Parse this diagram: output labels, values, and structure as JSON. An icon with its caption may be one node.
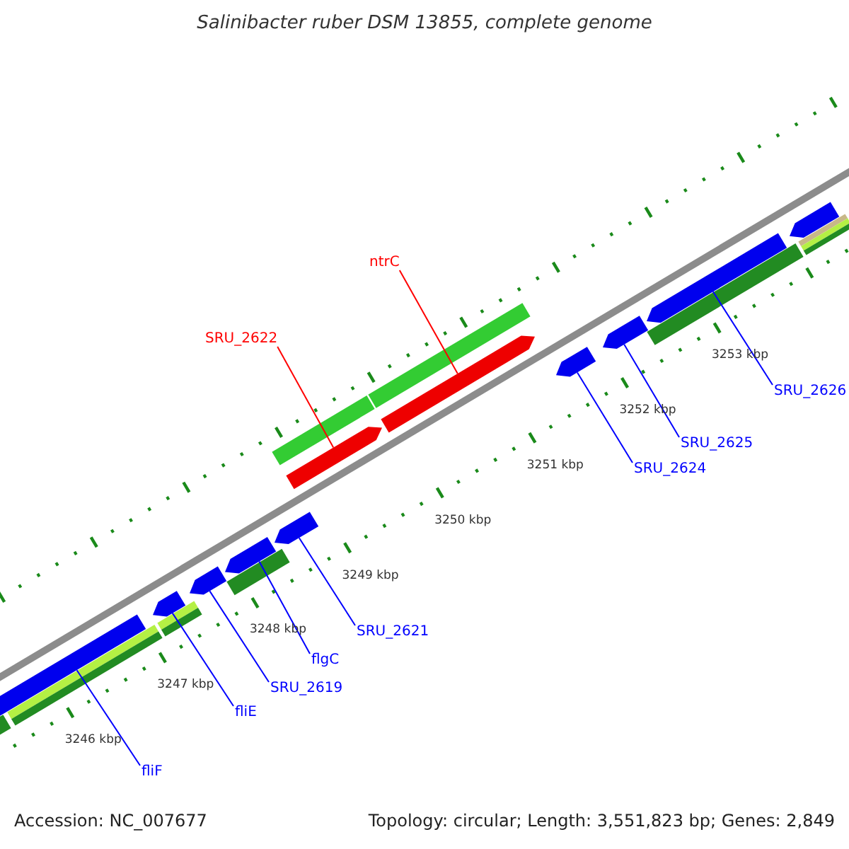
{
  "diagram": {
    "title": "Salinibacter ruber DSM 13855, complete genome",
    "nodes": [
      {
        "text": [
          "ntrC"
        ]
      },
      {
        "text": [
          "SRU_2622"
        ]
      },
      {
        "text": [
          "SRU_2626"
        ]
      },
      {
        "text": [
          "SRU_2625"
        ]
      },
      {
        "text": [
          "SRU_2624"
        ]
      },
      {
        "text": [
          "SRU_2621"
        ]
      },
      {
        "text": [
          "flgC"
        ]
      },
      {
        "text": [
          "SRU_2619"
        ]
      },
      {
        "text": [
          "fliE"
        ]
      },
      {
        "text": [
          "fliF"
        ]
      },
      {
        "text": [],
        "shape": "box"
      },
      {
        "text": [],
        "shape": "box"
      },
      {
        "text": [],
        "shape": "box"
      },
      {
        "text": [],
        "shape": "box"
      },
      {
        "text": [],
        "shape": "box"
      },
      {
        "text": [],
        "shape": "box"
      },
      {
        "text": [],
        "shape": "box"
      },
      {
        "text": [],
        "shape": "box"
      },
      {
        "text": [],
        "shape": "box"
      },
      {
        "text": [],
        "shape": "box"
      },
      {
        "text": [],
        "shape": "box"
      },
      {
        "text": [],
        "shape": "box"
      },
      {
        "text": [],
        "shape": "box"
      },
      {
        "text": [],
        "shape": "box"
      },
      {
        "text": [],
        "shape": "box"
      },
      {
        "text": [],
        "shape": "box"
      },
      {
        "text": [],
        "shape": "box"
      },
      {
        "text": [],
        "shape": "box"
      },
      {
        "text": [],
        "shape": "box"
      }
    ],
    "edges": [
      {
        "from": 0,
        "to": 22,
        "arrow": "none",
        "color": "#ff0000"
      },
      {
        "from": 1,
        "to": 20,
        "arrow": "none",
        "color": "#ff0000"
      },
      {
        "from": 2,
        "to": 25,
        "arrow": "none"
      },
      {
        "from": 3,
        "to": 24,
        "arrow": "none"
      },
      {
        "from": 4,
        "to": 23,
        "arrow": "none"
      },
      {
        "from": 5,
        "to": 18,
        "arrow": "none"
      },
      {
        "from": 6,
        "to": 16,
        "arrow": "none"
      },
      {
        "from": 7,
        "to": 15,
        "arrow": "none"
      },
      {
        "from": 8,
        "to": 13,
        "arrow": "none"
      },
      {
        "from": 9,
        "to": 10,
        "arrow": "none"
      }
    ],
    "labels": [
      "3253 kbp",
      "3252 kbp",
      "3251 kbp",
      "3250 kbp",
      "3249 kbp",
      "3248 kbp",
      "3247 kbp",
      "3246 kbp",
      "Accession: NC_007677",
      "Topology: circular; Length: 3,551,823 bp; Genes: 2,849"
    ]
  }
}
